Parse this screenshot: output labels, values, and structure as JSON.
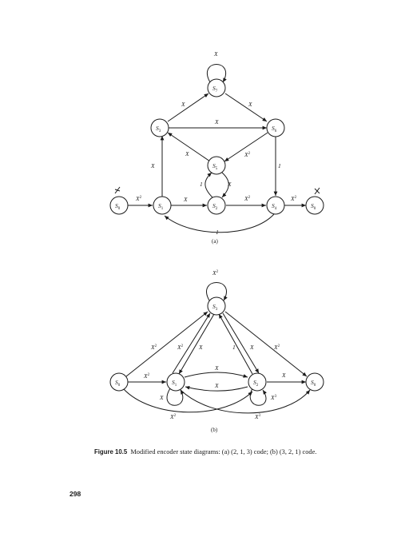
{
  "diagram_a": {
    "panel_label": "(a)",
    "nodes": [
      {
        "id": "a_s0_left",
        "base": "S",
        "sub": "0"
      },
      {
        "id": "a_s1",
        "base": "S",
        "sub": "1"
      },
      {
        "id": "a_s2",
        "base": "S",
        "sub": "2"
      },
      {
        "id": "a_s3",
        "base": "S",
        "sub": "3"
      },
      {
        "id": "a_s4",
        "base": "S",
        "sub": "4"
      },
      {
        "id": "a_s5",
        "base": "S",
        "sub": "5"
      },
      {
        "id": "a_s6",
        "base": "S",
        "sub": "6"
      },
      {
        "id": "a_s7",
        "base": "S",
        "sub": "7"
      },
      {
        "id": "a_s0_right",
        "base": "S",
        "sub": "0"
      }
    ],
    "edges": [
      {
        "id": "a_e_s7_loop",
        "label": "X",
        "sup": ""
      },
      {
        "id": "a_e_s3_s7",
        "label": "X",
        "sup": ""
      },
      {
        "id": "a_e_s7_s6",
        "label": "X",
        "sup": ""
      },
      {
        "id": "a_e_s3_s6",
        "label": "X",
        "sup": ""
      },
      {
        "id": "a_e_s5_s3",
        "label": "X",
        "sup": ""
      },
      {
        "id": "a_e_s6_s5",
        "label": "X",
        "sup": "2"
      },
      {
        "id": "a_e_s1_s3",
        "label": "X",
        "sup": ""
      },
      {
        "id": "a_e_s6_s4",
        "label": "1",
        "sup": ""
      },
      {
        "id": "a_e_s2_s5",
        "label": "1",
        "sup": ""
      },
      {
        "id": "a_e_s5_s2",
        "label": "X",
        "sup": ""
      },
      {
        "id": "a_e_s0_s1",
        "label": "X",
        "sup": "2"
      },
      {
        "id": "a_e_s1_s2",
        "label": "X",
        "sup": ""
      },
      {
        "id": "a_e_s2_s4",
        "label": "X",
        "sup": "2"
      },
      {
        "id": "a_e_s4_s0",
        "label": "X",
        "sup": "2"
      },
      {
        "id": "a_e_s4_s1",
        "label": "1",
        "sup": ""
      }
    ]
  },
  "diagram_b": {
    "panel_label": "(b)",
    "nodes": [
      {
        "id": "b_s0_left",
        "base": "S",
        "sub": "0"
      },
      {
        "id": "b_s1",
        "base": "S",
        "sub": "1"
      },
      {
        "id": "b_s2",
        "base": "S",
        "sub": "2"
      },
      {
        "id": "b_s3",
        "base": "S",
        "sub": "3"
      },
      {
        "id": "b_s0_right",
        "base": "S",
        "sub": "0"
      }
    ],
    "edges": [
      {
        "id": "b_e_s3_loop",
        "label": "X",
        "sup": "2"
      },
      {
        "id": "b_e_s0_s3",
        "label": "X",
        "sup": "2"
      },
      {
        "id": "b_e_s1_s3",
        "label": "X",
        "sup": "2"
      },
      {
        "id": "b_e_s3_s1",
        "label": "X",
        "sup": ""
      },
      {
        "id": "b_e_s2_s3",
        "label": "1",
        "sup": ""
      },
      {
        "id": "b_e_s3_s2",
        "label": "X",
        "sup": ""
      },
      {
        "id": "b_e_s3_s0",
        "label": "X",
        "sup": "2"
      },
      {
        "id": "b_e_s0_s1",
        "label": "X",
        "sup": "2"
      },
      {
        "id": "b_e_s1_s2_top",
        "label": "X",
        "sup": ""
      },
      {
        "id": "b_e_s2_s1",
        "label": "X",
        "sup": ""
      },
      {
        "id": "b_e_s2_s0",
        "label": "X",
        "sup": ""
      },
      {
        "id": "b_e_s1_loop",
        "label": "X",
        "sup": ""
      },
      {
        "id": "b_e_s2_loop",
        "label": "X",
        "sup": "3"
      },
      {
        "id": "b_e_s0_s2",
        "label": "X",
        "sup": "2"
      },
      {
        "id": "b_e_s1_s0",
        "label": "X",
        "sup": "3"
      }
    ]
  },
  "caption": {
    "figure_label": "Figure 10.5",
    "text": "Modified encoder state diagrams: (a) (2, 1, 3) code; (b) (3, 2, 1) code."
  },
  "page_number": "298"
}
